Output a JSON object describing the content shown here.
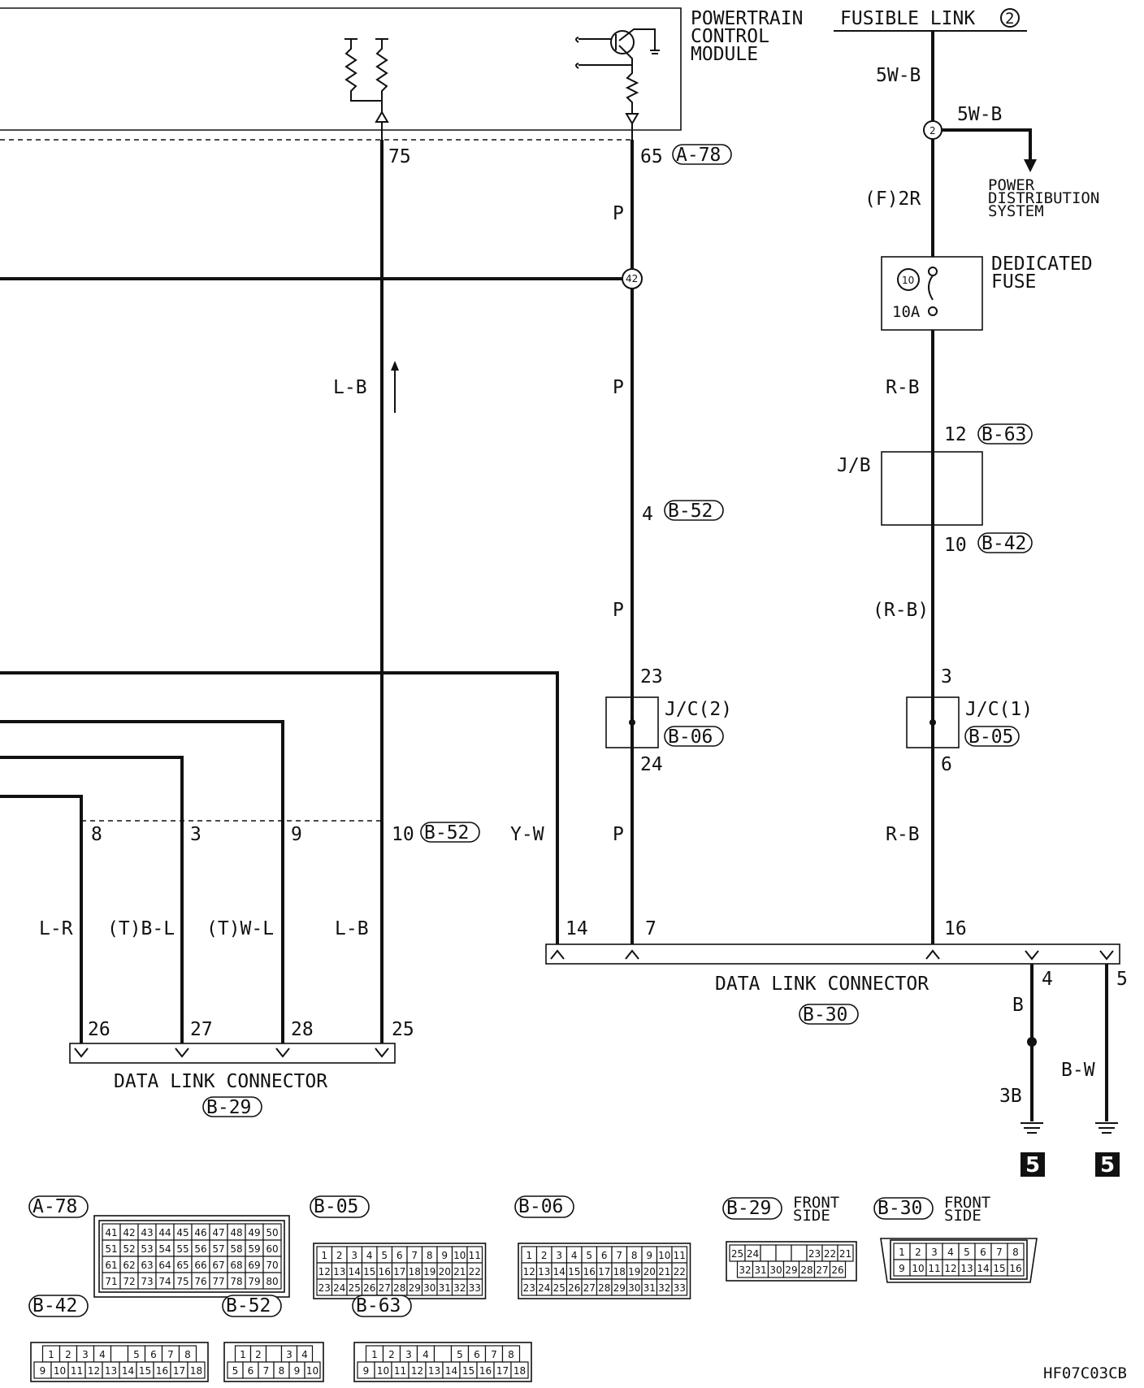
{
  "title_pcm": [
    "POWERTRAIN",
    "CONTROL",
    "MODULE"
  ],
  "fusible_link": "FUSIBLE LINK",
  "fusible_link_num": "2",
  "fig_code": "HF07C03CB",
  "labels": {
    "w_5wb_a": "5W-B",
    "w_5wb_b": "5W-B",
    "splice_2": "2",
    "power_dist": [
      "POWER",
      "DISTRIBUTION",
      "SYSTEM"
    ],
    "w_f2r": "(F)2R",
    "ded_fuse": [
      "DEDICATED",
      "FUSE"
    ],
    "fuse_num": "10",
    "fuse_amp": "10A",
    "w_rb_1": "R-B",
    "pin_12": "12",
    "conn_b63": "B-63",
    "jb": "J/B",
    "pin_10b": "10",
    "conn_b42": "B-42",
    "w_rb_paren": "(R-B)",
    "pin_3r": "3",
    "jc1": "J/C(1)",
    "conn_b05": "B-05",
    "pin_6": "6",
    "w_rb_2": "R-B",
    "pin_16": "16",
    "pin_75": "75",
    "pin_65": "65",
    "conn_a78": "A-78",
    "w_p1": "P",
    "splice_42": "42",
    "w_p2": "P",
    "w_lb_1": "L-B",
    "pin_4": "4",
    "conn_b52": "B-52",
    "w_p3": "P",
    "pin_23": "23",
    "jc2": "J/C(2)",
    "conn_b06": "B-06",
    "pin_24": "24",
    "w_p4": "P",
    "w_yw": "Y-W",
    "pin_14": "14",
    "pin_7": "7",
    "pin_8": "8",
    "pin_3": "3",
    "pin_9": "9",
    "pin_10": "10",
    "conn_b52b": "B-52",
    "w_lr": "L-R",
    "w_tbl": "(T)B-L",
    "w_twl": "(T)W-L",
    "w_lb_2": "L-B",
    "pin_26": "26",
    "pin_27": "27",
    "pin_28": "28",
    "pin_25": "25",
    "dlc_1": "DATA LINK CONNECTOR",
    "conn_b29": "B-29",
    "dlc_2": "DATA LINK CONNECTOR",
    "conn_b30": "B-30",
    "pin_4r": "4",
    "pin_5r": "5",
    "w_b": "B",
    "w_3b": "3B",
    "w_bw": "B-W",
    "ground_1": "5",
    "ground_2": "5"
  },
  "connectors": {
    "a78": {
      "code": "A-78",
      "rows": [
        [
          "41",
          "42",
          "43",
          "44",
          "45",
          "46",
          "47",
          "48",
          "49",
          "50"
        ],
        [
          "51",
          "52",
          "53",
          "54",
          "55",
          "56",
          "57",
          "58",
          "59",
          "60"
        ],
        [
          "61",
          "62",
          "63",
          "64",
          "65",
          "66",
          "67",
          "68",
          "69",
          "70"
        ],
        [
          "71",
          "72",
          "73",
          "74",
          "75",
          "76",
          "77",
          "78",
          "79",
          "80"
        ]
      ]
    },
    "b05": {
      "code": "B-05",
      "rows": [
        [
          "1",
          "2",
          "3",
          "4",
          "5",
          "6",
          "7",
          "8",
          "9",
          "10",
          "11"
        ],
        [
          "12",
          "13",
          "14",
          "15",
          "16",
          "17",
          "18",
          "19",
          "20",
          "21",
          "22"
        ],
        [
          "23",
          "24",
          "25",
          "26",
          "27",
          "28",
          "29",
          "30",
          "31",
          "32",
          "33"
        ]
      ]
    },
    "b06": {
      "code": "B-06",
      "rows": [
        [
          "1",
          "2",
          "3",
          "4",
          "5",
          "6",
          "7",
          "8",
          "9",
          "10",
          "11"
        ],
        [
          "12",
          "13",
          "14",
          "15",
          "16",
          "17",
          "18",
          "19",
          "20",
          "21",
          "22"
        ],
        [
          "23",
          "24",
          "25",
          "26",
          "27",
          "28",
          "29",
          "30",
          "31",
          "32",
          "33"
        ]
      ]
    },
    "b29": {
      "code": "B-29",
      "side": [
        "FRONT",
        "SIDE"
      ],
      "rows": [
        [
          "25",
          "24",
          "",
          "",
          "",
          "23",
          "22",
          "21"
        ],
        [
          "32",
          "31",
          "30",
          "29",
          "28",
          "27",
          "26"
        ]
      ]
    },
    "b30": {
      "code": "B-30",
      "side": [
        "FRONT",
        "SIDE"
      ],
      "rows": [
        [
          "1",
          "2",
          "3",
          "4",
          "5",
          "6",
          "7",
          "8"
        ],
        [
          "9",
          "10",
          "11",
          "12",
          "13",
          "14",
          "15",
          "16"
        ]
      ]
    },
    "b42": {
      "code": "B-42",
      "rows": [
        [
          "1",
          "2",
          "3",
          "4",
          "",
          "5",
          "6",
          "7",
          "8"
        ],
        [
          "9",
          "10",
          "11",
          "12",
          "13",
          "14",
          "15",
          "16",
          "17",
          "18"
        ]
      ]
    },
    "b52": {
      "code": "B-52",
      "rows": [
        [
          "1",
          "2",
          "",
          "3",
          "4"
        ],
        [
          "5",
          "6",
          "7",
          "8",
          "9",
          "10"
        ]
      ]
    },
    "b63": {
      "code": "B-63",
      "rows": [
        [
          "1",
          "2",
          "3",
          "4",
          "",
          "5",
          "6",
          "7",
          "8"
        ],
        [
          "9",
          "10",
          "11",
          "12",
          "13",
          "14",
          "15",
          "16",
          "17",
          "18"
        ]
      ]
    }
  }
}
